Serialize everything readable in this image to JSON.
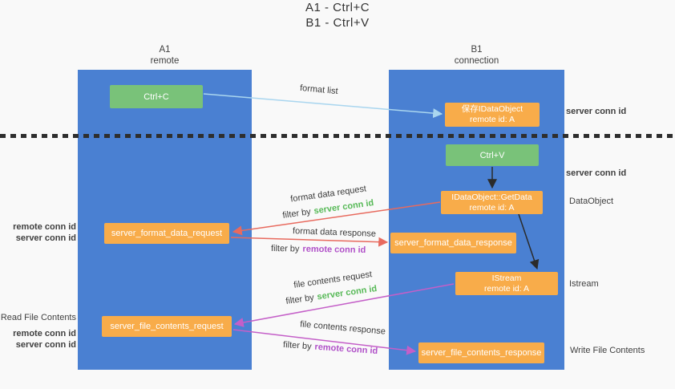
{
  "title": {
    "line1": "A1 - Ctrl+C",
    "line2": "B1 - Ctrl+V"
  },
  "lanes": {
    "a1": {
      "name": "A1",
      "subtitle": "remote"
    },
    "b1": {
      "name": "B1",
      "subtitle": "connection"
    }
  },
  "nodes": {
    "ctrl_c": {
      "label": "Ctrl+C"
    },
    "ctrl_v": {
      "label": "Ctrl+V"
    },
    "save_dataobject": {
      "line1": "保存IDataObject",
      "line2": "remote id: A"
    },
    "getdata": {
      "line1": "IDataObject::GetData",
      "line2": "remote id: A"
    },
    "istream": {
      "line1": "IStream",
      "line2": "remote id: A"
    },
    "format_request": {
      "label": "server_format_data_request"
    },
    "format_response": {
      "label": "server_format_data_response"
    },
    "file_request": {
      "label": "server_file_contents_request"
    },
    "file_response": {
      "label": "server_file_contents_response"
    }
  },
  "edge_labels": {
    "format_list": "format list",
    "format_data_request": "format data request",
    "format_data_response": "format data response",
    "file_contents_request": "file contents request",
    "file_contents_response": "file contents response",
    "filter_prefix": "filter by",
    "server_conn_id": "server conn id",
    "remote_conn_id": "remote conn id"
  },
  "annotations": {
    "server_conn_id": "server conn id",
    "remote_conn_id": "remote conn id",
    "dataobject": "DataObject",
    "istream": "Istream",
    "read_file_contents": "Read File Contents",
    "write_file_contents": "Write File Contents"
  },
  "colors": {
    "background": "#f9f9f9",
    "lane_blue": "#4a80d2",
    "node_green": "#79c279",
    "node_orange": "#f8ac4a",
    "arrow_light_blue": "#aad6ef",
    "arrow_red": "#e86a5e",
    "arrow_magenta": "#c45fc8",
    "arrow_black": "#2b2b2b",
    "text_green": "#57b957",
    "text_purple": "#b050c8",
    "text_dark": "#3f3f3f"
  }
}
